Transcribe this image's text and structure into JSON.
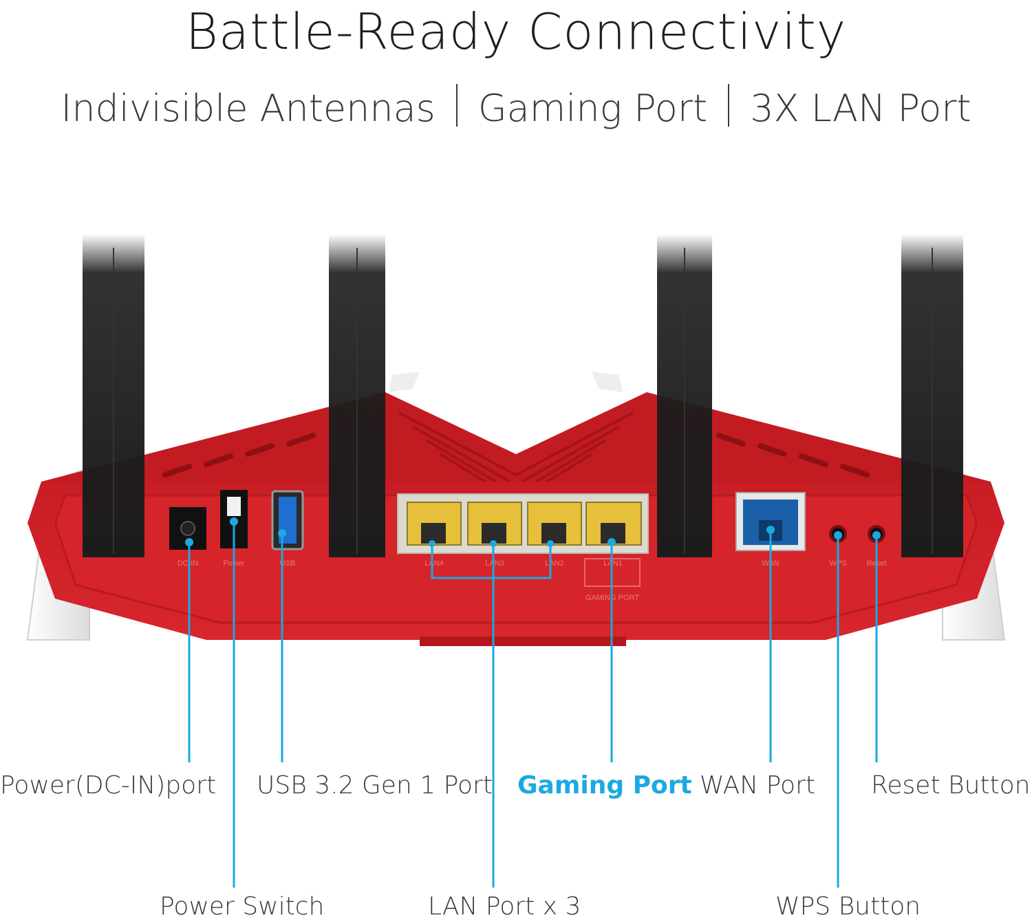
{
  "header": {
    "title": "Battle-Ready Connectivity",
    "features": [
      "Indivisible Antennas",
      "Gaming Port",
      "3X LAN Port"
    ]
  },
  "device": {
    "colors": {
      "body": "#d2232a",
      "body_dark": "#a8161c",
      "antenna": "#1c1c1c",
      "shell": "#f3f3f3",
      "lan_port": "#e8c33a",
      "wan_port": "#1b5fa8",
      "callout_line": "#1ba9e0",
      "highlight_text": "#1ba9e0"
    },
    "port_labels": [
      "DC-IN",
      "Power",
      "USB",
      "LAN4",
      "LAN3",
      "LAN2",
      "LAN1",
      "WAN",
      "WPS",
      "Reset"
    ],
    "gaming_port_tag": "GAMING PORT"
  },
  "callouts": {
    "power_dc_in": "Power(DC-IN)port",
    "usb": "USB 3.2 Gen 1 Port",
    "gaming_port": "Gaming Port",
    "wan": "WAN Port",
    "reset": "Reset Button",
    "power_switch": "Power Switch",
    "lan": "LAN Port x 3",
    "wps": "WPS Button"
  }
}
